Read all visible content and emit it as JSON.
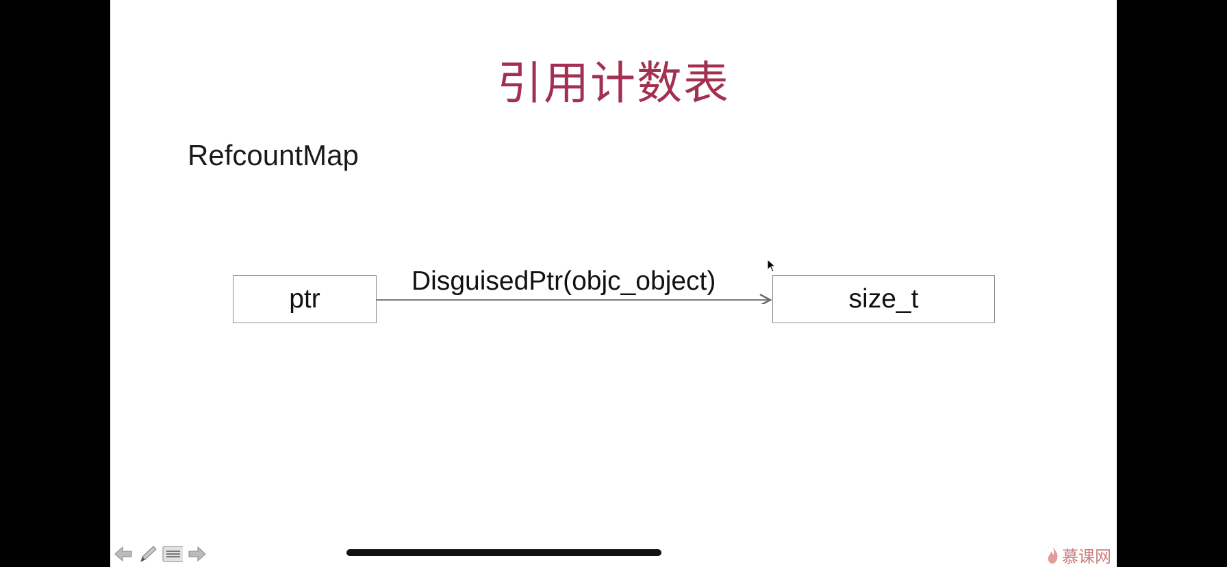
{
  "slide": {
    "title": "引用计数表",
    "subtitle": "RefcountMap",
    "diagram": {
      "left_box": "ptr",
      "right_box": "size_t",
      "arrow_label": "DisguisedPtr(objc_object)"
    }
  },
  "toolbar": {
    "icons": [
      "back-arrow-icon",
      "pen-icon",
      "menu-icon",
      "forward-arrow-icon"
    ]
  },
  "logo": {
    "text": "慕课网",
    "icon": "flame-icon"
  },
  "colors": {
    "title": "#a33052",
    "background": "#000000",
    "slide": "#ffffff"
  }
}
